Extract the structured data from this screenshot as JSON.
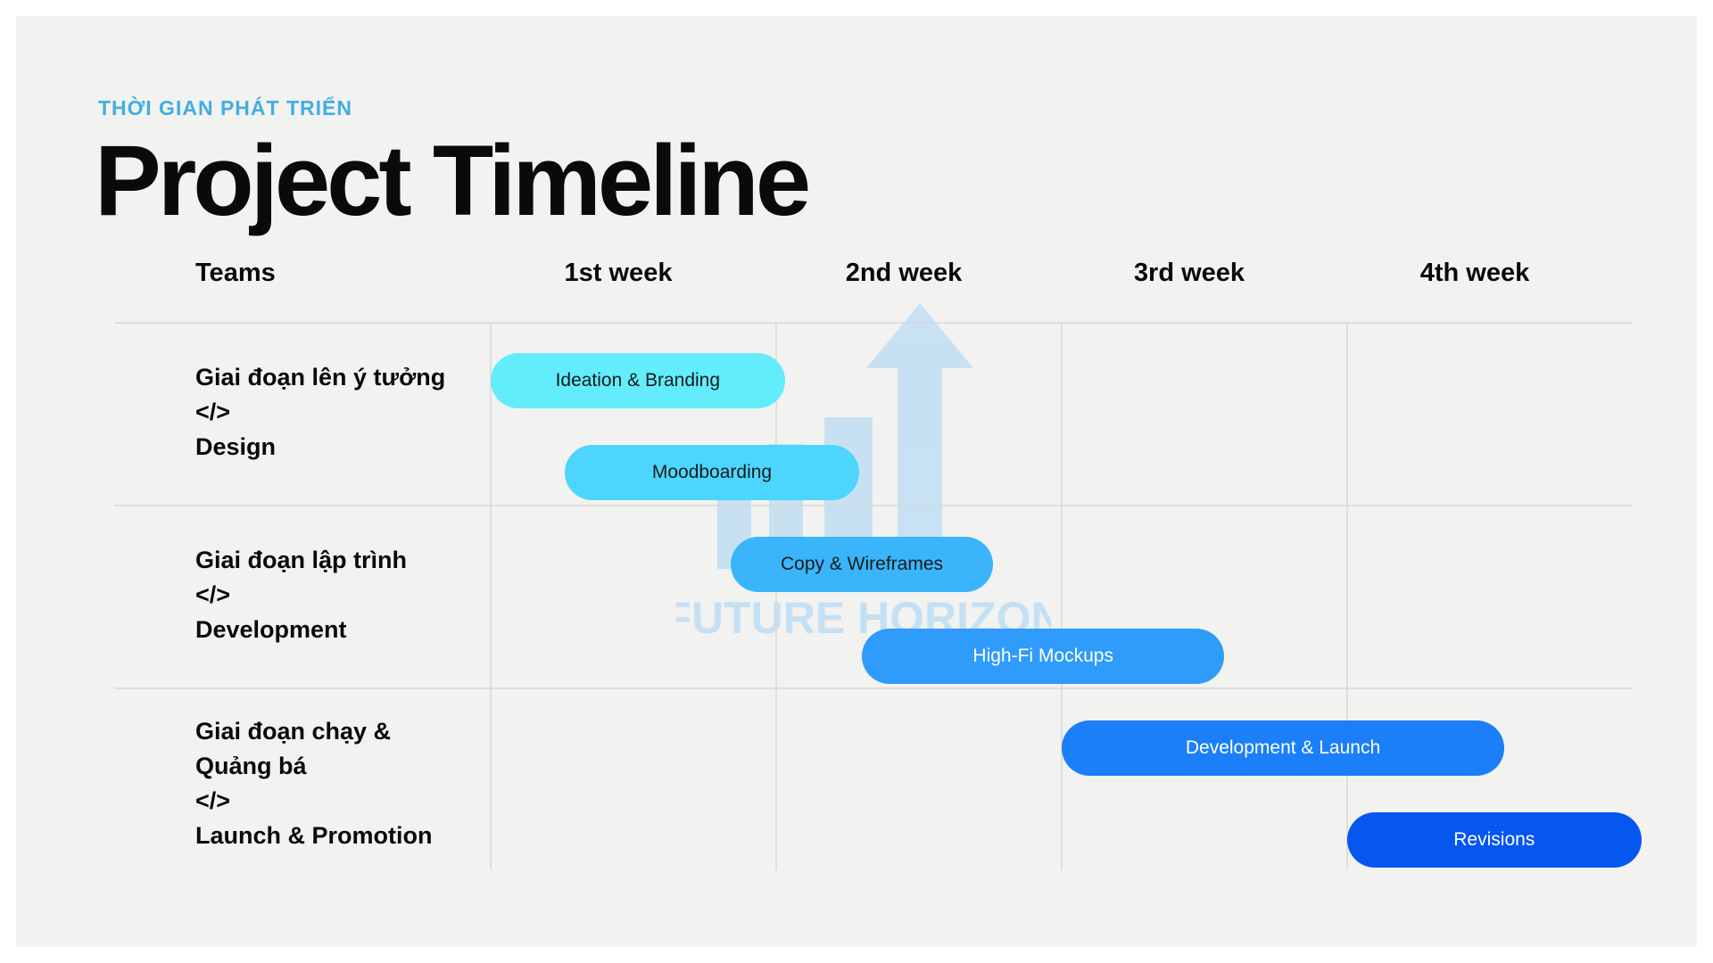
{
  "header": {
    "subtitle": "THỜI GIAN PHÁT TRIỂN",
    "title": "Project Timeline"
  },
  "watermark": {
    "text": "FUTURE HORIZON",
    "color": "#b9dcf5"
  },
  "colors": {
    "accent": "#41aee2",
    "grid_line": "#d8d8d6",
    "background": "#f2f2f0"
  },
  "chart_data": {
    "type": "gantt",
    "columns_header": "Teams",
    "weeks": [
      "1st week",
      "2nd week",
      "3rd week",
      "4th week"
    ],
    "teams": [
      {
        "lines": [
          "Giai đoạn lên ý tưởng",
          "</>",
          "Design"
        ]
      },
      {
        "lines": [
          "Giai đoạn lập trình",
          "</>",
          "Development"
        ]
      },
      {
        "lines": [
          "Giai đoạn chạy &",
          "Quảng bá",
          "</>",
          "Launch & Promotion"
        ]
      }
    ],
    "tasks": [
      {
        "label": "Ideation & Branding",
        "team": 0,
        "start": 0.0,
        "end": 1.03,
        "color": "#62ecfc",
        "text_color": "#1a1a1a"
      },
      {
        "label": "Moodboarding",
        "team": 0,
        "start": 0.26,
        "end": 1.29,
        "color": "#4dd6fd",
        "text_color": "#1a1a1a"
      },
      {
        "label": "Copy & Wireframes",
        "team": 1,
        "start": 0.84,
        "end": 1.76,
        "color": "#3ab5fb",
        "text_color": "#1a1a1a"
      },
      {
        "label": "High-Fi Mockups",
        "team": 1,
        "start": 1.3,
        "end": 2.57,
        "color": "#2f9bfa",
        "text_color": "#ffffff"
      },
      {
        "label": "Development & Launch",
        "team": 2,
        "start": 2.0,
        "end": 3.55,
        "color": "#1a7ff8",
        "text_color": "#ffffff"
      },
      {
        "label": "Revisions",
        "team": 2,
        "start": 3.0,
        "end": 4.03,
        "color": "#0656f0",
        "text_color": "#ffffff"
      }
    ]
  }
}
